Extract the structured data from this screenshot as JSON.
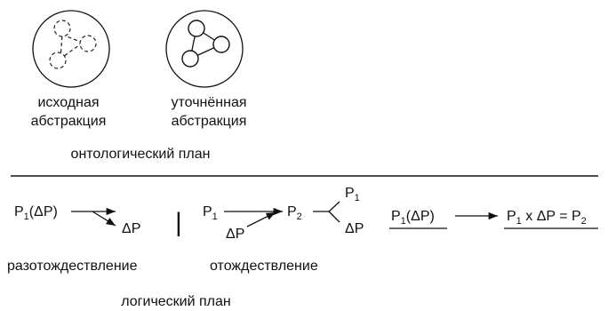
{
  "ontological": {
    "initial_caption": [
      "исходная",
      "абстракция"
    ],
    "refined_caption": [
      "уточнённая",
      "абстракция"
    ],
    "plan_label": "онтологический план"
  },
  "logical": {
    "p": "P",
    "sub1": "1",
    "sub2": "2",
    "delta_p": "ΔP",
    "p1_delta": "(ΔP)",
    "result_mid": " x ΔP = ",
    "bar": "|",
    "caption_dis": "разотождествление",
    "caption_id": "отождествление",
    "plan_label": "логический план"
  }
}
